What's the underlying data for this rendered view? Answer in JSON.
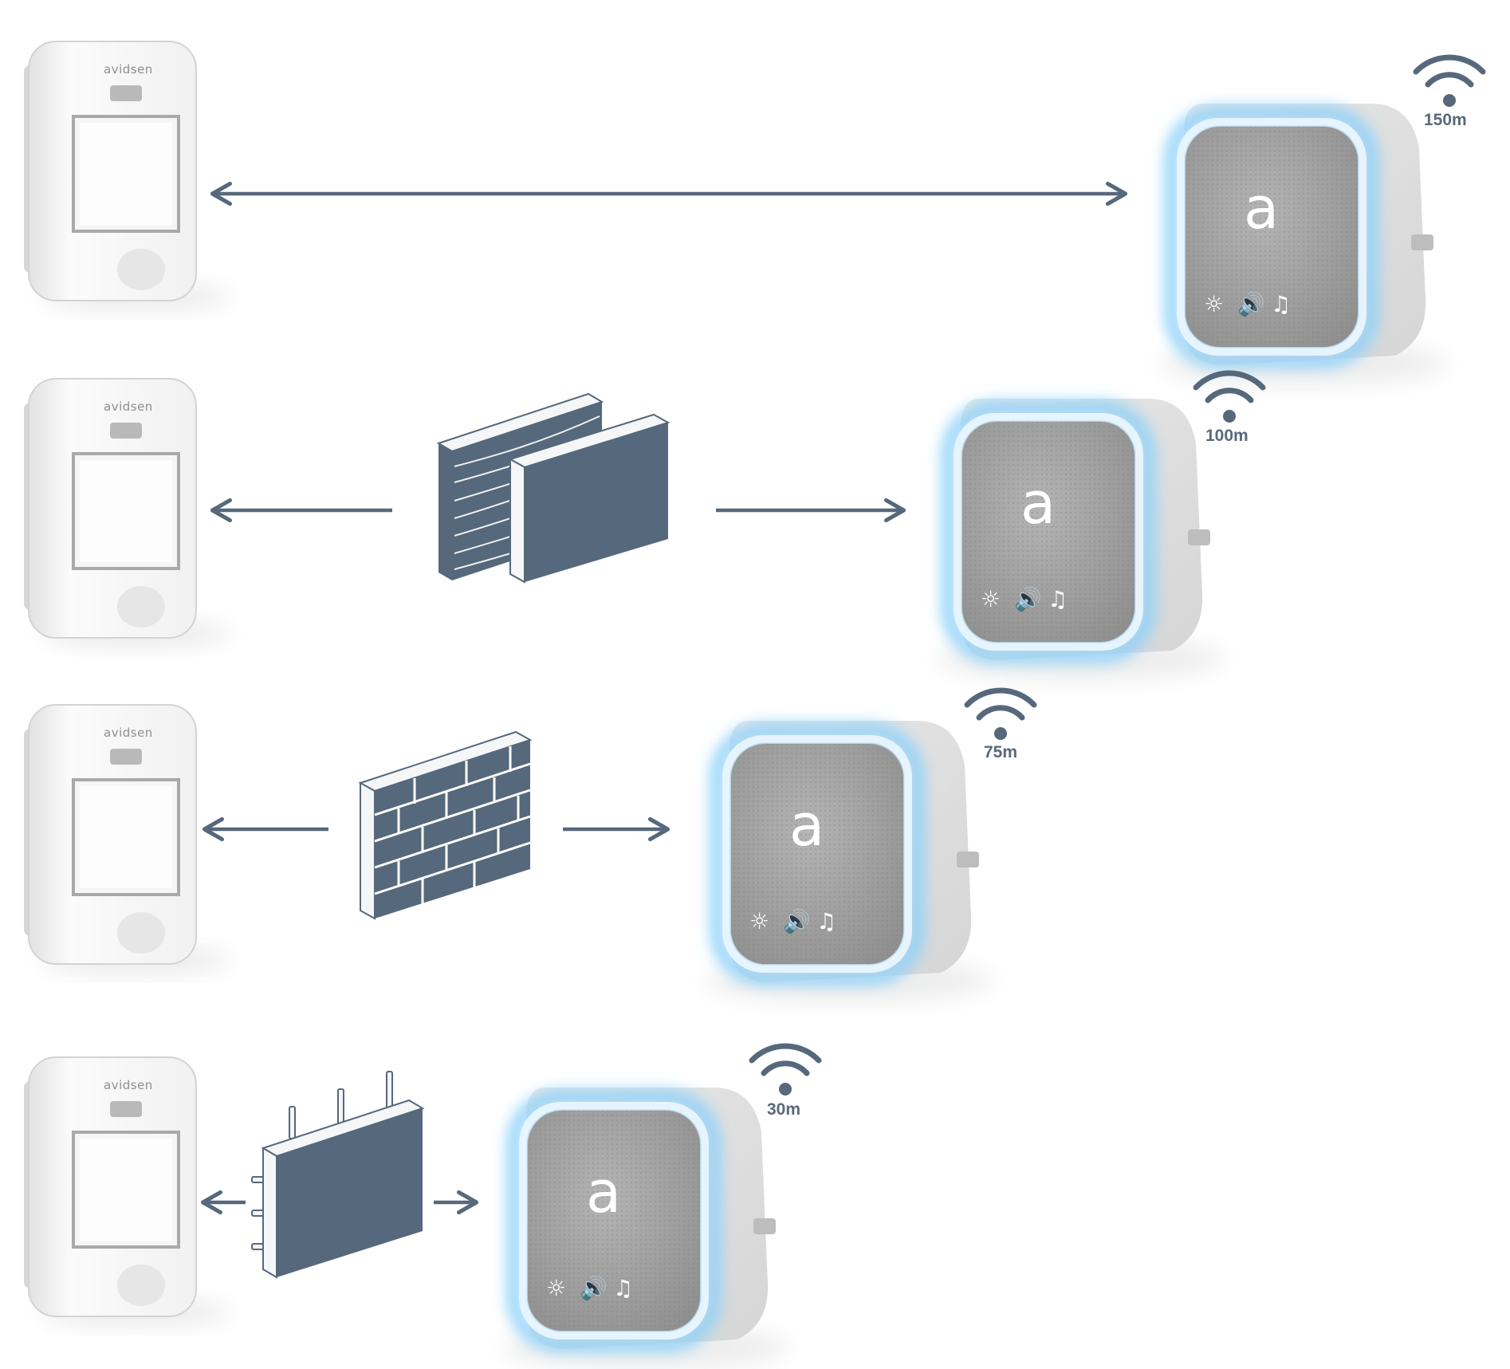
{
  "scene": {
    "accent": "#56687b",
    "glow": "#9fd3f5",
    "rows": [
      {
        "id": "open-field",
        "brand": "avidsen",
        "range": "150m",
        "obstacle": "none"
      },
      {
        "id": "wood-plaster",
        "brand": "avidsen",
        "range": "100m",
        "obstacle": "wood-and-plaster-panels-icon"
      },
      {
        "id": "brick-wall",
        "brand": "avidsen",
        "range": "75m",
        "obstacle": "brick-wall-icon"
      },
      {
        "id": "reinforced-concrete",
        "brand": "avidsen",
        "range": "30m",
        "obstacle": "reinforced-concrete-icon"
      }
    ],
    "chime": {
      "logo": "a",
      "symbols": [
        "☼",
        "🔊",
        "♫"
      ]
    }
  }
}
